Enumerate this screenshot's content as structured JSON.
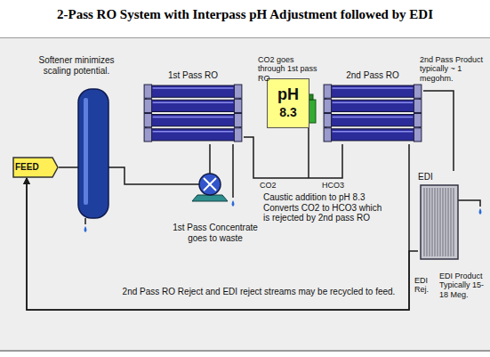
{
  "diagram": {
    "title": "2-Pass RO System with Interpass pH Adjustment followed by EDI",
    "nodes": [
      {
        "text": [
          "FEED"
        ]
      },
      {
        "text": [
          "1st Pass RO"
        ]
      },
      {
        "text": [
          "pH",
          "8.3"
        ]
      },
      {
        "text": [
          "2nd Pass RO"
        ]
      },
      {
        "text": [
          "EDI"
        ]
      }
    ],
    "edges": [
      {
        "from": 0,
        "to": 1,
        "arrow": "none"
      },
      {
        "from": 1,
        "to": 3,
        "arrow": "none"
      },
      {
        "from": 3,
        "to": 4,
        "arrow": "none"
      },
      {
        "from": 3,
        "to": 0,
        "arrow": "to"
      },
      {
        "from": 4,
        "to": 0,
        "arrow": "to"
      }
    ],
    "labels": [
      "Softener minimizes scaling potential.",
      "CO2 goes through 1st pass RO",
      "2nd Pass Product typically ~ 1 megohm.",
      "CO2",
      "HCO3",
      "Caustic addition to pH 8.3 Converts CO2 to HCO3 which is rejected by 2nd pass RO",
      "1st Pass Concentrate goes to waste",
      "2nd Pass RO Reject and EDI reject streams may be recycled to feed.",
      "EDI Rej.",
      "EDI Product Typically 15-18 Meg."
    ]
  }
}
